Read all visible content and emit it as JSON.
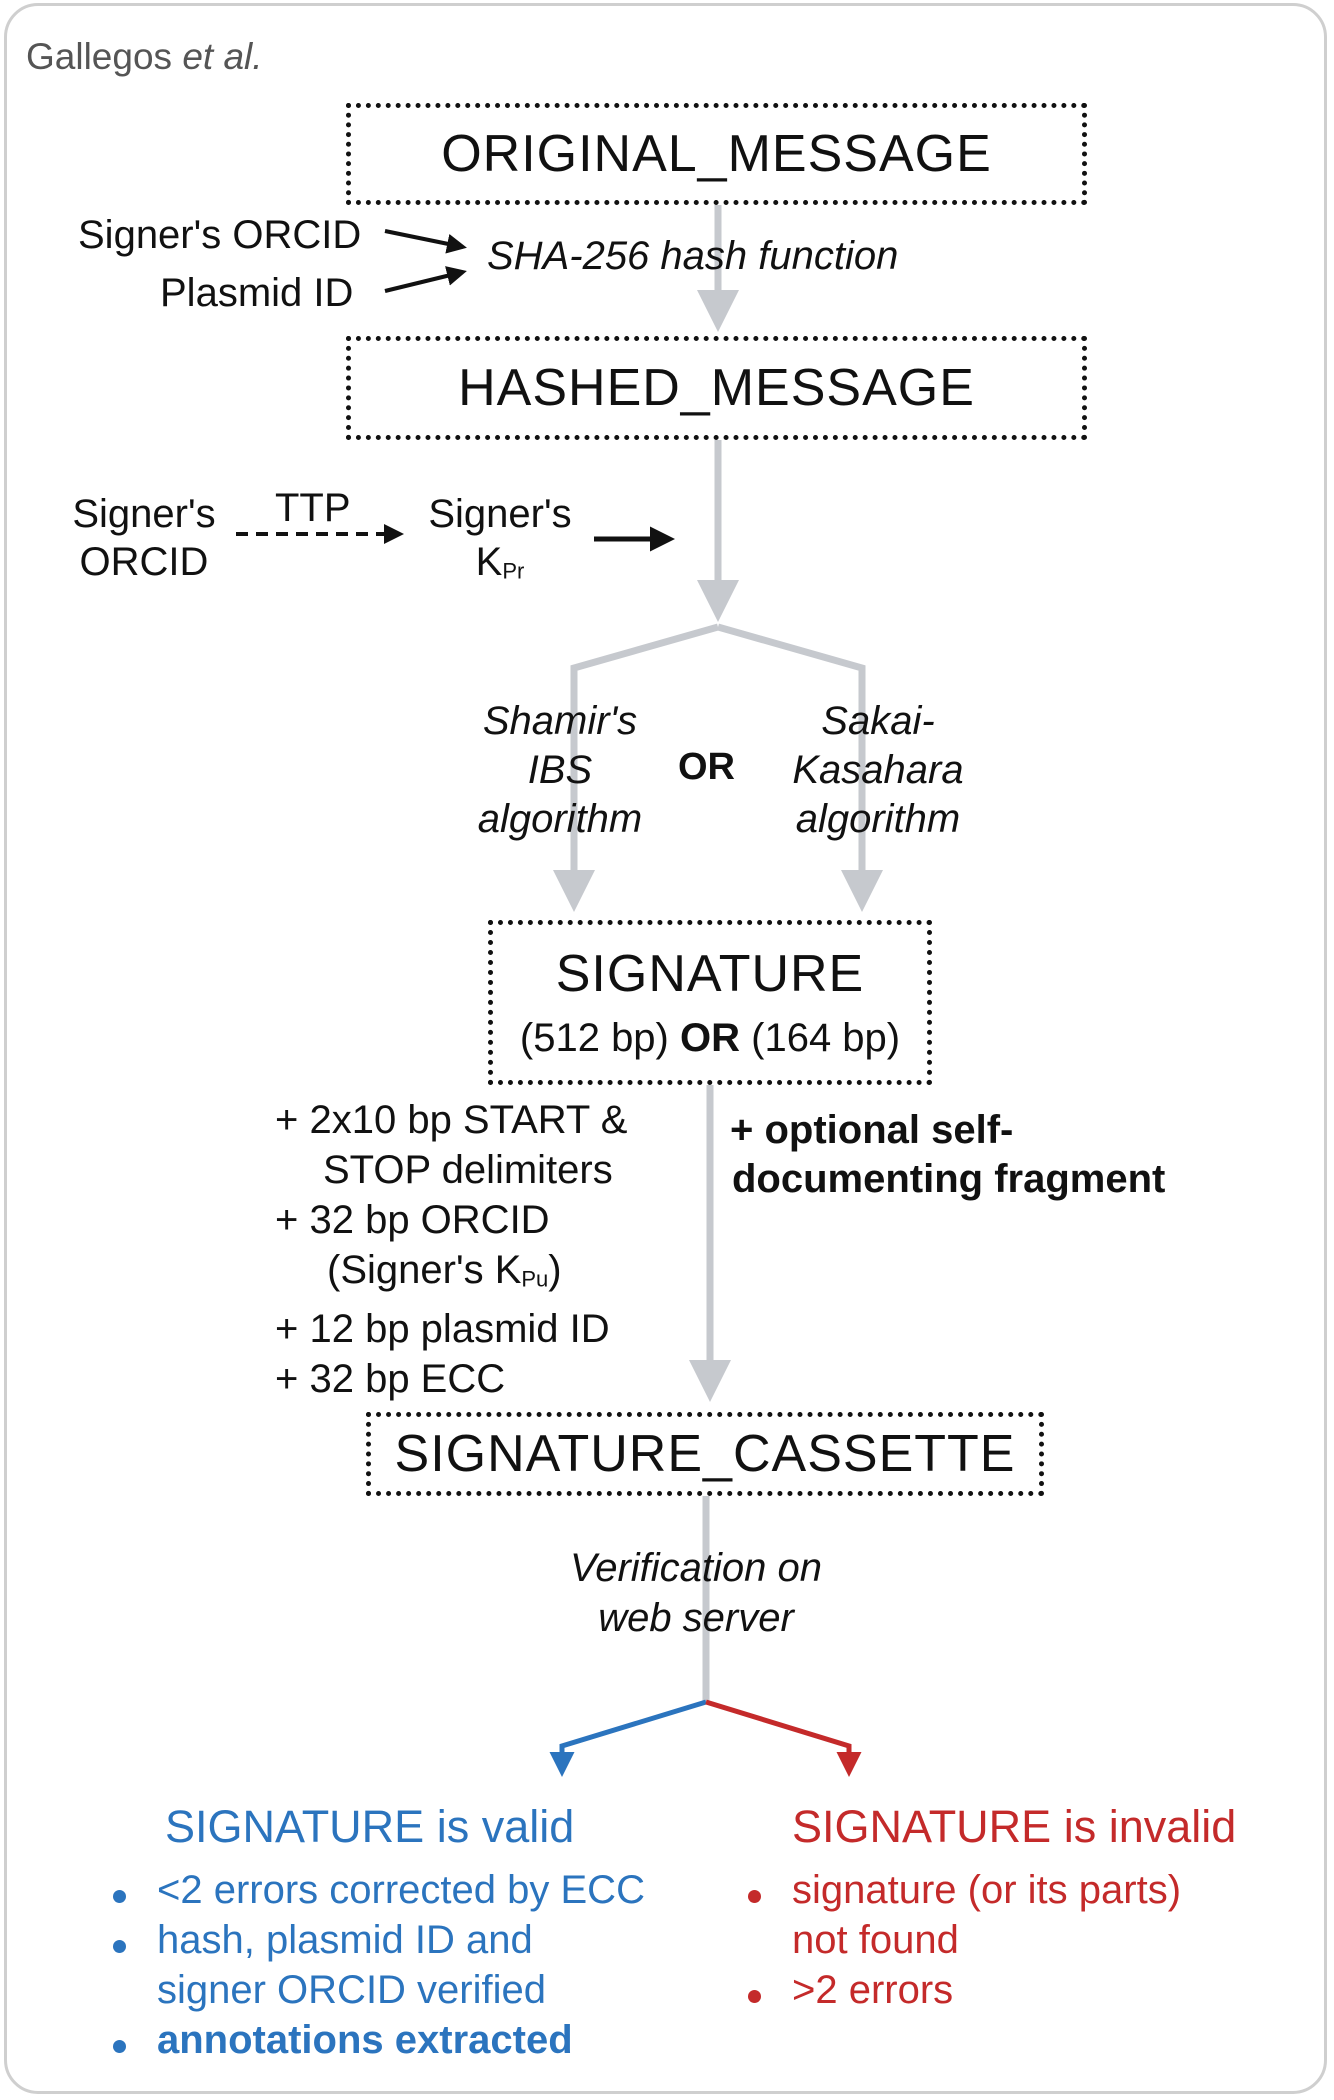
{
  "credit": {
    "author": "Gallegos",
    "etal": "et al."
  },
  "boxes": {
    "original": "ORIGINAL_MESSAGE",
    "hashed": "HASHED_MESSAGE",
    "signature": "SIGNATURE",
    "cassette": "SIGNATURE_CASSETTE"
  },
  "hash_step": {
    "input_orcid": "Signer's ORCID",
    "input_plasmid": "Plasmid ID",
    "function": "SHA-256 hash function"
  },
  "key_step": {
    "signer_line1": "Signer's",
    "signer_line2": "ORCID",
    "ttp": "TTP",
    "key_line1": "Signer's",
    "key_letter": "K",
    "key_sub": "Pr"
  },
  "algorithms": {
    "left": [
      "Shamir's",
      "IBS",
      "algorithm"
    ],
    "or": "OR",
    "right": [
      "Sakai-",
      "Kasahara",
      "algorithm"
    ]
  },
  "signature_sizes": {
    "left": "(512 bp)",
    "or": "OR",
    "right": "(164 bp)"
  },
  "additions": {
    "line1": "+ 2x10 bp START &",
    "line2": "STOP delimiters",
    "line3": "+ 32 bp ORCID",
    "line4_pre": "(Signer's K",
    "line4_sub": "Pu",
    "line4_post": ")",
    "line5": "+ 12 bp plasmid ID",
    "line6": "+ 32 bp ECC"
  },
  "optional_fragment": {
    "line1": "+ optional self-",
    "line2": "documenting fragment"
  },
  "verification": {
    "line1": "Verification on",
    "line2": "web server"
  },
  "valid": {
    "title": "SIGNATURE is valid",
    "item1": "<2 errors corrected by ECC",
    "item2_line1": "hash, plasmid ID and",
    "item2_line2": "signer ORCID verified",
    "item3": "annotations extracted"
  },
  "invalid": {
    "title": "SIGNATURE is invalid",
    "item1_line1": "signature (or its parts)",
    "item1_line2": "not found",
    "item2": ">2 errors"
  },
  "colors": {
    "connector": "#c6c9ce",
    "valid": "#2b74be",
    "invalid": "#c42a2a",
    "ink": "#111111"
  }
}
